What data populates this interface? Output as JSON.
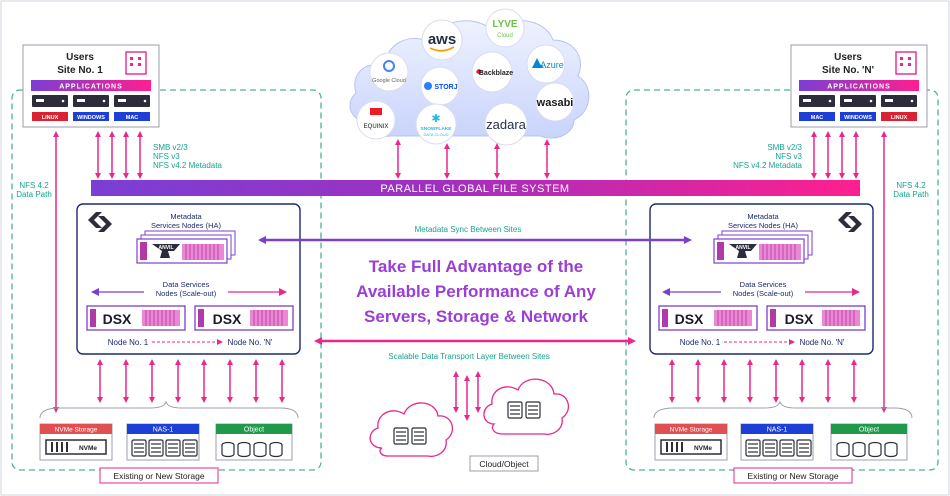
{
  "sites": {
    "left": {
      "title_line1": "Users",
      "title_line2": "Site No. 1",
      "apps_label": "APPLICATIONS",
      "os_labels": [
        "LINUX",
        "WINDOWS",
        "MAC"
      ]
    },
    "right": {
      "title_line1": "Users",
      "title_line2": "Site No. 'N'",
      "apps_label": "APPLICATIONS",
      "os_labels": [
        "MAC",
        "WINDOWS",
        "LINUX"
      ]
    }
  },
  "protocols": {
    "line1": "SMB v2/3",
    "line2": "NFS v3",
    "line3": "NFS v4.2 Metadata"
  },
  "nfs_data_path": {
    "line1": "NFS 4.2",
    "line2": "Data Path"
  },
  "global_fs": "PARALLEL GLOBAL FILE SYSTEM",
  "metadata": {
    "line1": "Metadata",
    "line2": "Services Nodes (HA)",
    "anvil": "ANVIL"
  },
  "data_services": {
    "line1": "Data Services",
    "line2": "Nodes (Scale-out)",
    "dsx": "DSX"
  },
  "nodes": {
    "first": "Node No. 1",
    "last": "Node No. 'N'"
  },
  "metadata_sync": "Metadata Sync Between Sites",
  "headline": [
    "Take Full Advantage of the",
    "Available Performance of Any",
    "Servers, Storage & Network"
  ],
  "transport": "Scalable Data Transport Layer Between Sites",
  "storage": {
    "nvme": "NVMe Storage",
    "nvme_chip": "NVMe",
    "nas": "NAS-1",
    "object": "Object",
    "caption": "Existing or New Storage"
  },
  "cloud_object": "Cloud/Object",
  "cloud_providers": {
    "aws": "aws",
    "lyve_line1": "LYVE",
    "lyve_line2": "Cloud",
    "google": "Google Cloud",
    "storj": "STORJ",
    "backblaze": "Backblaze",
    "azure": "Azure",
    "wasabi": "wasabi",
    "equinix": "EQUINIX",
    "snowflake_line1": "SNOWFLAKE",
    "snowflake_line2": "DATA CLOUD",
    "zadara": "zadara"
  },
  "colors": {
    "magenta": "#e8288a",
    "purple": "#7b3fd0",
    "teal": "#16a38d",
    "navy": "#1c2a6e",
    "dashed_border": "#4fb09c",
    "nas_blue": "#1d3fd6",
    "object_green": "#1e9a4a",
    "nvme_red": "#e05050"
  }
}
